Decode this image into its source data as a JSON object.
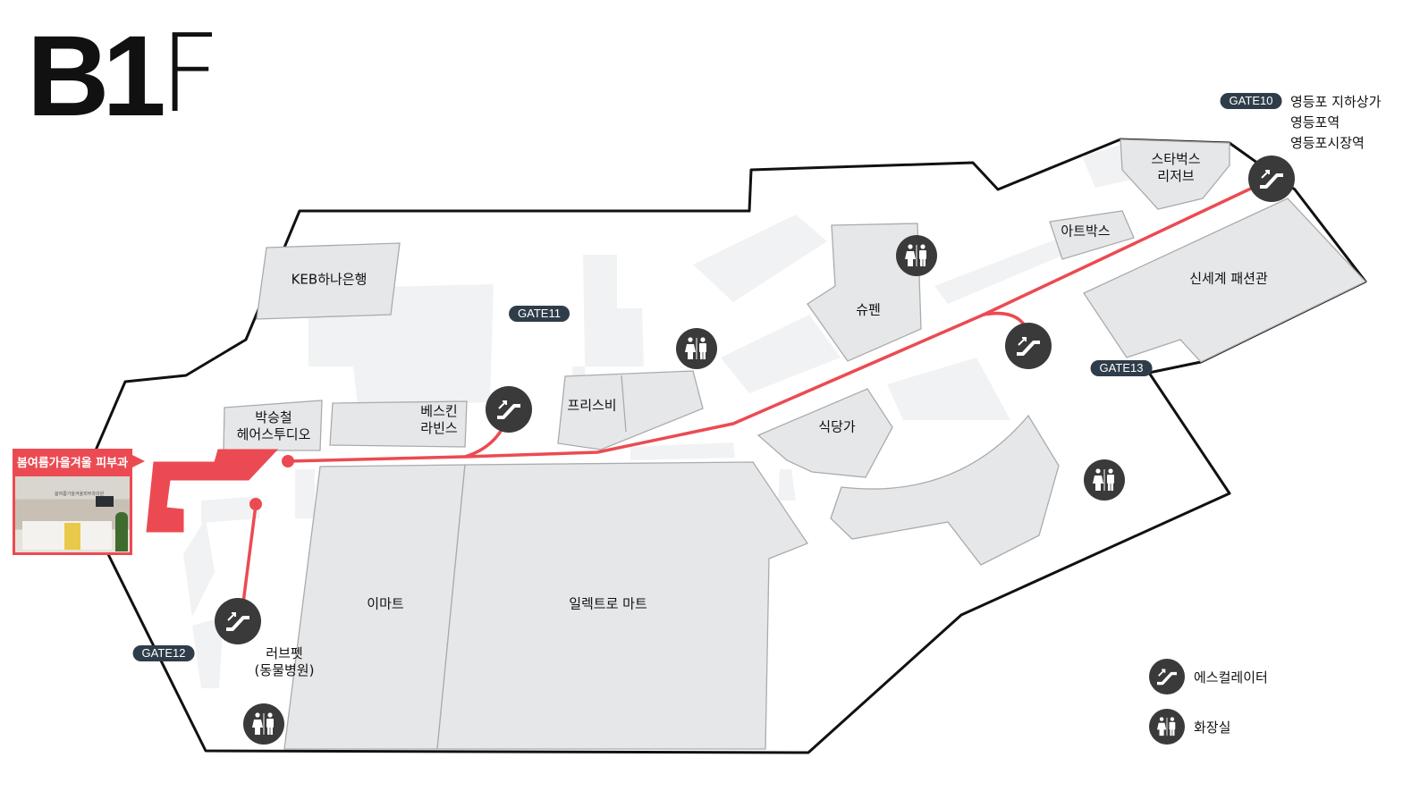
{
  "floor": {
    "main": "B1",
    "suffix": "F"
  },
  "stores": {
    "keb": "KEB하나은행",
    "gate11_area": "",
    "parkseung": [
      "박승철",
      "헤어스투디오"
    ],
    "baskin": [
      "베스킨",
      "라빈스"
    ],
    "freesbi": "프리스비",
    "supen": "슈펜",
    "artbox": "아트박스",
    "starbucks": [
      "스타벅스",
      "리저브"
    ],
    "shinsegae": "신세계 패션관",
    "food": "식당가",
    "emart": "이마트",
    "electro": "일렉트로 마트",
    "lovepet": [
      "러브펫",
      "(동물병원)"
    ]
  },
  "gates": {
    "gate10": "GATE10",
    "gate11": "GATE11",
    "gate12": "GATE12",
    "gate13": "GATE13"
  },
  "gate10_destinations": [
    "영등포 지하상가",
    "영등포역",
    "영등포시장역"
  ],
  "clinic": {
    "name": "봄여름가을겨울 피부과",
    "sign": "봄여름가을겨울피부과의원"
  },
  "legend": {
    "escalator": "에스컬레이터",
    "restroom": "화장실"
  },
  "colors": {
    "route": "#ec4a52",
    "store_fill": "#e6e7e8",
    "store_stroke": "#a9abae",
    "icon_bg": "#3a3a3a",
    "gate_bg": "#2f3d4a"
  },
  "icons": [
    "escalator-icon",
    "restroom-icon"
  ]
}
